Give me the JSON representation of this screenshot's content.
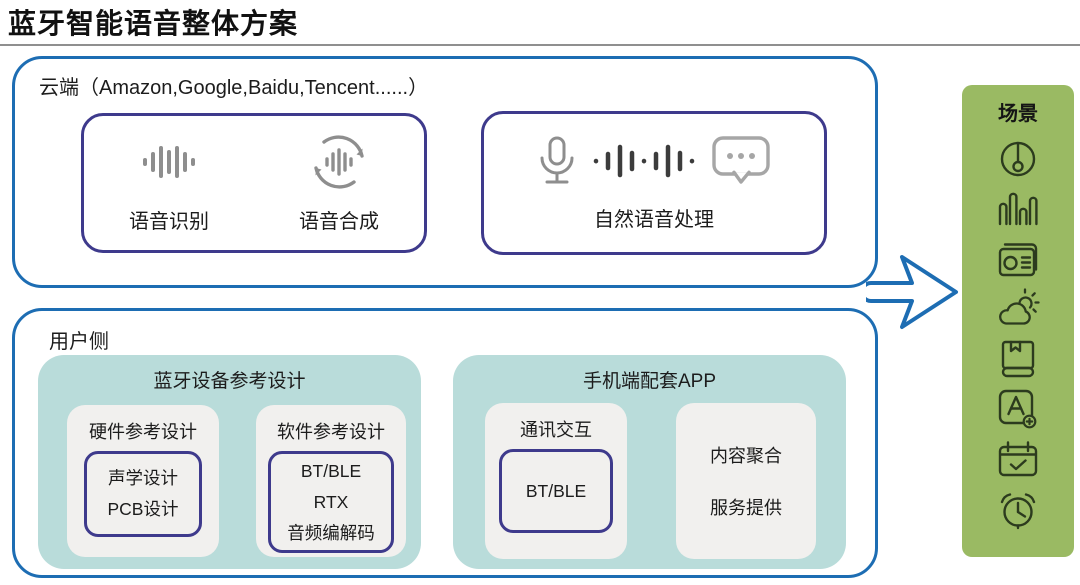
{
  "title": "蓝牙智能语音整体方案",
  "colors": {
    "blue": "#1d6db3",
    "purple": "#3e3a8c",
    "teal": "#b9dcda",
    "green": "#9aba63",
    "card": "#f1f0ee"
  },
  "cloud": {
    "label": "云端（Amazon,Google,Baidu,Tencent......）",
    "asr": {
      "label": "语音识别",
      "icon": "waveform-icon"
    },
    "tts": {
      "label": "语音合成",
      "icon": "waveform-sync-icon"
    },
    "nlp": {
      "label": "自然语音处理",
      "icons": [
        "microphone-icon",
        "dotted-waveform-icon",
        "speech-bubble-icon"
      ]
    }
  },
  "user_side": {
    "label": "用户侧",
    "device": {
      "title": "蓝牙设备参考设计",
      "hardware": {
        "title": "硬件参考设计",
        "items": [
          "声学设计",
          "PCB设计"
        ]
      },
      "software": {
        "title": "软件参考设计",
        "items": [
          "BT/BLE",
          "RTX",
          "音频编解码"
        ]
      }
    },
    "app": {
      "title": "手机端配套APP",
      "comm": {
        "title": "通讯交互",
        "items": [
          "BT/BLE"
        ]
      },
      "content": {
        "items": [
          "内容聚合",
          "服务提供"
        ]
      }
    }
  },
  "arrow": {
    "icon": "right-arrow-icon"
  },
  "scene": {
    "title": "场景",
    "icons": [
      "music-record-icon",
      "equalizer-icon",
      "radio-icon",
      "weather-sun-cloud-icon",
      "book-icon",
      "translate-icon",
      "calendar-check-icon",
      "alarm-clock-icon"
    ]
  }
}
